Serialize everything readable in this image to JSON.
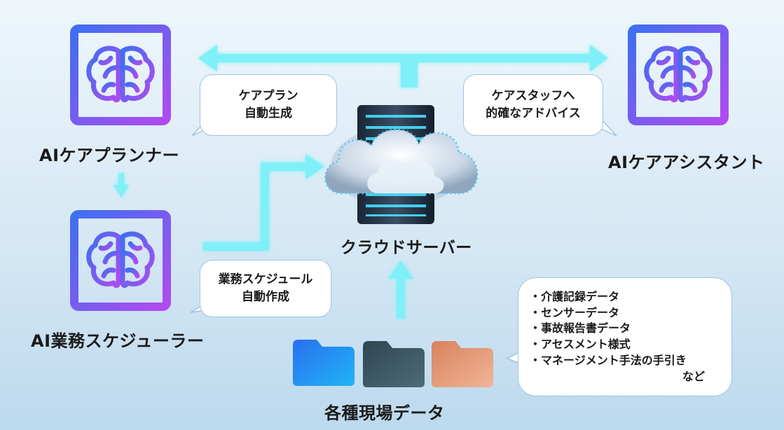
{
  "nodes": {
    "planner": {
      "label": "AIケアプランナー"
    },
    "scheduler": {
      "label": "AI業務スケジューラー"
    },
    "assistant": {
      "label": "AIケアアシスタント"
    },
    "cloud": {
      "label": "クラウドサーバー"
    },
    "data": {
      "label": "各種現場データ"
    }
  },
  "bubbles": {
    "planner": {
      "line1": "ケアプラン",
      "line2": "自動生成"
    },
    "assistant": {
      "line1": "ケアスタッフへ",
      "line2": "的確なアドバイス"
    },
    "scheduler": {
      "line1": "業務スケジュール",
      "line2": "自動作成"
    },
    "data": {
      "items": [
        "介護記録データ",
        "センサーデータ",
        "事故報告書データ",
        "アセスメント様式",
        "マネージメント手法の手引き"
      ],
      "suffix": "など"
    }
  },
  "icons": {
    "chip": "brain-chip-icon",
    "cloud": "cloud-server-icon",
    "folder": "folder-icon"
  },
  "colors": {
    "arrow": "#7ff0f7",
    "chip_start": "#3e6ff0",
    "chip_end": "#b04bf0",
    "folder_blue": "#1e8ff0",
    "folder_slate": "#3b5766",
    "folder_peach": "#e49a78"
  }
}
